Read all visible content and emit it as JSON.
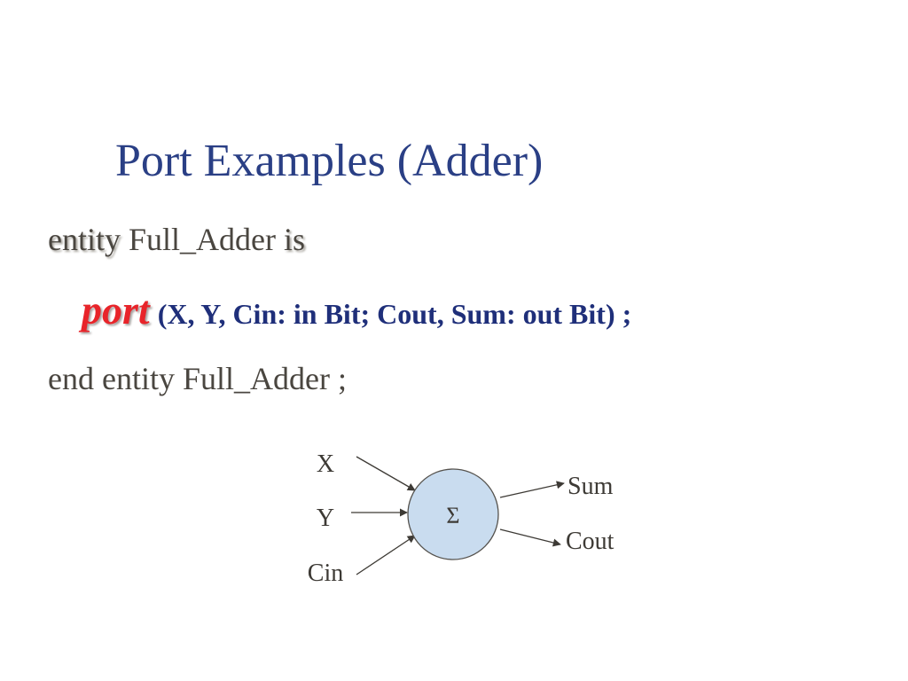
{
  "slide": {
    "title": "Port Examples (Adder)",
    "line1": {
      "kw_entity": "entity",
      "name": "Full_Adder",
      "kw_is": "is"
    },
    "line2": {
      "kw_port": "port",
      "args": "(X, Y, Cin: in Bit; Cout, Sum: out Bit) ;"
    },
    "line3": {
      "text": "end  entity Full_Adder ;"
    }
  },
  "diagram": {
    "inputs": [
      "X",
      "Y",
      "Cin"
    ],
    "outputs": [
      "Sum",
      "Cout"
    ],
    "symbol": "Σ",
    "colors": {
      "circle_fill": "#c9dcef",
      "circle_stroke": "#55524d",
      "arrow": "#3d3a35"
    }
  },
  "colors": {
    "title": "#2a3f85",
    "body_text": "#4a4640",
    "port_keyword": "#e8242a",
    "port_args": "#1f2f7a"
  }
}
